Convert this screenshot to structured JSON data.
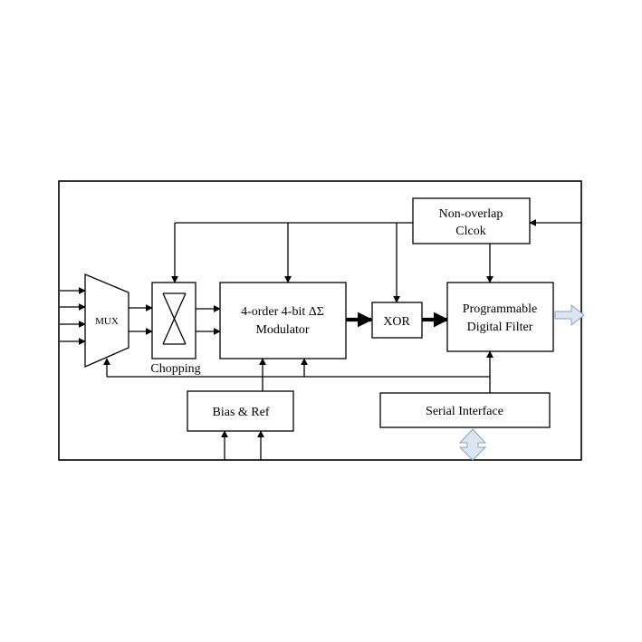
{
  "diagram": {
    "blocks": {
      "mux": "MUX",
      "chopping": "Chopping",
      "modulator_line1": "4-order 4-bit ΔΣ",
      "modulator_line2": "Modulator",
      "xor": "XOR",
      "filter_line1": "Programmable",
      "filter_line2": "Digital Filter",
      "clock_line1": "Non-overlap",
      "clock_line2": "Clcok",
      "bias_ref": "Bias & Ref",
      "serial_interface": "Serial Interface"
    },
    "colors": {
      "line": "#000000",
      "hollow_arrow_fill": "#dce6f2",
      "hollow_arrow_stroke": "#8aa0bf"
    }
  }
}
